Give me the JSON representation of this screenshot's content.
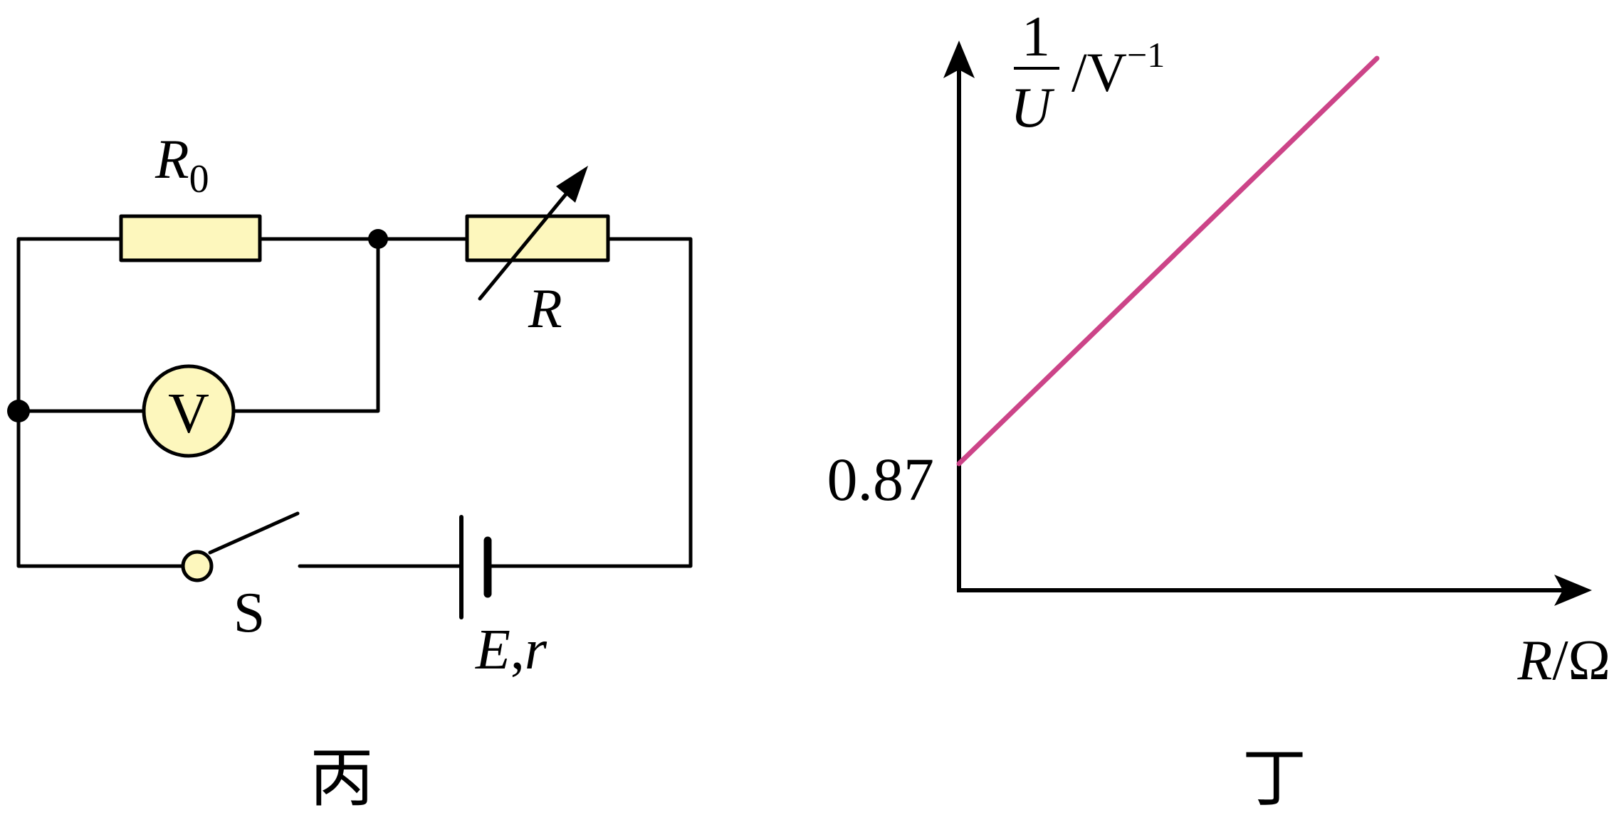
{
  "colors": {
    "wire": "#000000",
    "component_fill": "#fdf7bd",
    "graph_line": "#cc4488"
  },
  "circuit": {
    "caption": "丙",
    "r0": {
      "symbol": "R",
      "subscript": "0"
    },
    "rheostat": {
      "symbol": "R"
    },
    "voltmeter": {
      "symbol": "V"
    },
    "switch": {
      "symbol": "S"
    },
    "battery": {
      "symbol_E": "E",
      "separator": ",",
      "symbol_r": "r"
    }
  },
  "graph": {
    "caption": "丁",
    "y_axis": {
      "numerator": "1",
      "denominator": "U",
      "unit_slash": "/V",
      "unit_exponent": "−1"
    },
    "x_axis": {
      "symbol": "R",
      "unit": "/Ω"
    },
    "y_intercept_label": "0.87"
  },
  "chart_data": {
    "type": "line",
    "title": "",
    "xlabel": "R/Ω",
    "ylabel": "1/U /V⁻¹",
    "series": [
      {
        "x": [
          0,
          null
        ],
        "y": [
          0.87,
          null
        ]
      }
    ],
    "annotations": [
      "0.87"
    ]
  }
}
